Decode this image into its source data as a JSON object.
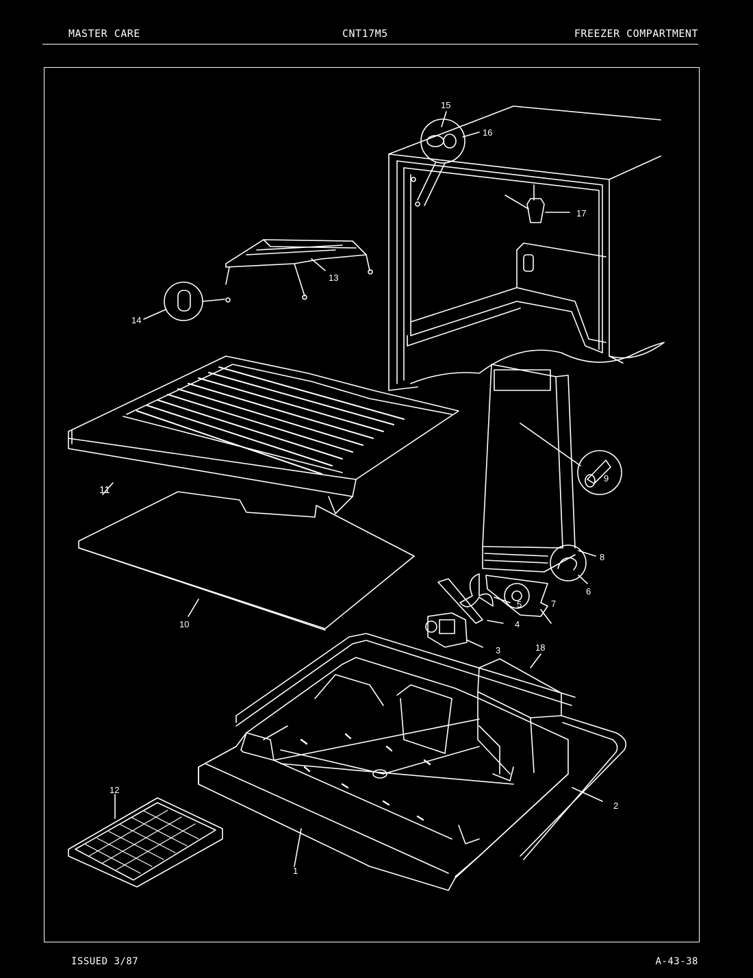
{
  "header": {
    "left": "MASTER CARE",
    "center": "CNT17M5",
    "right": "FREEZER COMPARTMENT"
  },
  "footer": {
    "left": "ISSUED 3/87",
    "right": "A-43-38"
  },
  "callouts": [
    "1",
    "2",
    "3",
    "4",
    "5",
    "6",
    "7",
    "8",
    "9",
    "10",
    "11",
    "12",
    "13",
    "14",
    "15",
    "16",
    "17",
    "18"
  ],
  "colors": {
    "background": "#000000",
    "line": "#ffffff"
  }
}
